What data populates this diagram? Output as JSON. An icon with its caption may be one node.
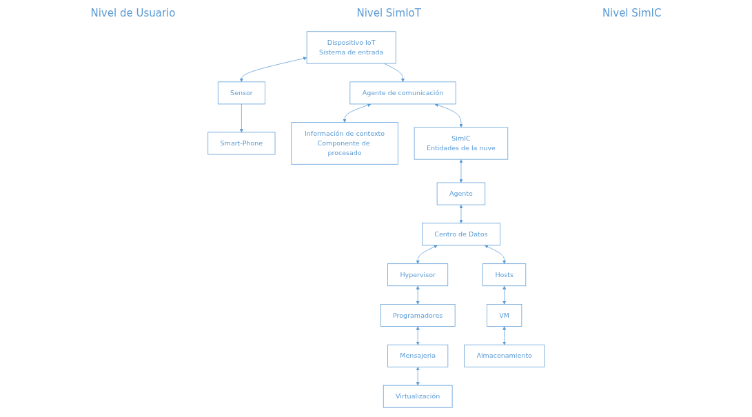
{
  "diagram": {
    "nodes": [
      {
        "text": [
          "Dispositivo IoT",
          "Sistema de entrada"
        ]
      },
      {
        "text": [
          "Sensor"
        ]
      },
      {
        "text": [
          "Smart-Phone"
        ]
      },
      {
        "text": [
          "Agente de comunicación"
        ]
      },
      {
        "text": [
          "Información de contexto",
          "Componente de procesado"
        ]
      },
      {
        "text": [
          "SimIC",
          "Entidades de la nuve"
        ]
      },
      {
        "text": [
          "Agente"
        ]
      },
      {
        "text": [
          "Centro de Datos"
        ]
      },
      {
        "text": [
          "Hypervisor"
        ]
      },
      {
        "text": [
          "Hosts"
        ]
      },
      {
        "text": [
          "Programadores"
        ]
      },
      {
        "text": [
          "VM"
        ]
      },
      {
        "text": [
          "Mensajeria"
        ]
      },
      {
        "text": [
          "Almacenamiento"
        ]
      },
      {
        "text": [
          "Virtualización"
        ]
      }
    ],
    "edges": [
      {
        "from": 0,
        "to": 1,
        "arrow": "both"
      },
      {
        "from": 1,
        "to": 2,
        "arrow": "to"
      },
      {
        "from": 0,
        "to": 3,
        "arrow": "to"
      },
      {
        "from": 3,
        "to": 4,
        "arrow": "both"
      },
      {
        "from": 3,
        "to": 5,
        "arrow": "both"
      },
      {
        "from": 5,
        "to": 6,
        "arrow": "both"
      },
      {
        "from": 6,
        "to": 7,
        "arrow": "both"
      },
      {
        "from": 7,
        "to": 8,
        "arrow": "both"
      },
      {
        "from": 7,
        "to": 9,
        "arrow": "both"
      },
      {
        "from": 8,
        "to": 10,
        "arrow": "both"
      },
      {
        "from": 9,
        "to": 11,
        "arrow": "both"
      },
      {
        "from": 10,
        "to": 12,
        "arrow": "both"
      },
      {
        "from": 11,
        "to": 13,
        "arrow": "both"
      },
      {
        "from": 12,
        "to": 14,
        "arrow": "both"
      }
    ],
    "labels": [
      "Nivel de Usuario",
      "Nivel SimIoT",
      "Nivel SimIC"
    ]
  }
}
